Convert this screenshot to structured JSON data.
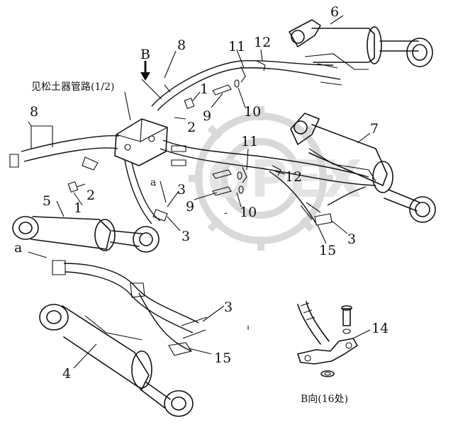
{
  "diagram": {
    "callouts": {
      "c1a": "1",
      "c1b": "1",
      "c2a": "2",
      "c2b": "2",
      "c3a": "3",
      "c3b": "3",
      "c3c": "3",
      "c3d": "3",
      "c4": "4",
      "c5": "5",
      "c6": "6",
      "c7": "7",
      "c8a": "8",
      "c8b": "8",
      "c9a": "9",
      "c9b": "9",
      "c10a": "10",
      "c10b": "10",
      "c11a": "11",
      "c11b": "11",
      "c12a": "12",
      "c12b": "12",
      "c14": "14",
      "c15a": "15",
      "c15b": "15"
    },
    "view_b_marker": "B",
    "ref_note": "见松土器管路(1/2)",
    "detail_a_1": "a",
    "detail_a_2": "a",
    "view_b_caption": "B向(16处)",
    "watermark_text": "OPEX",
    "dash_mark": "-"
  }
}
